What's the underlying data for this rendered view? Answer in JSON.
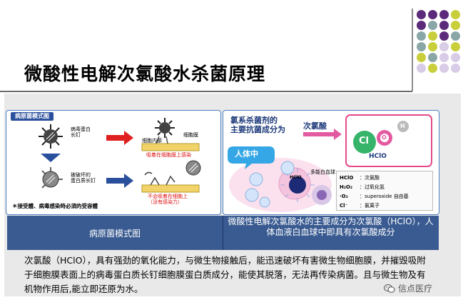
{
  "slide": {
    "title": "微酸性电解次氯酸水杀菌原理",
    "body_text": "次氯酸（HClO），具有强劲的氧化能力，与微生物接触后，能迅速破坏有害微生物细胞膜，并摧毁吸附于细胞膜表面上的病毒蛋白质长钉细胞膜蛋白质成分，能使其脱落，无法再传染病菌。且与微生物及有机物作用后,能立即还原为水。"
  },
  "left_diagram": {
    "tag": "病原菌模式图",
    "label_pathogen_spike": "病毒蛋白\n长钉",
    "label_receptor": "细胞膜",
    "label_cell_inner": "细胞内部",
    "label_attach": "吸着在细胞膜上感染",
    "label_damaged_spike": "被破坏的\n蛋白质长钉",
    "label_no_attach": "不会吸着在细胞上\n（没有感染力）",
    "footnote": "＊接受體、病毒感染時必須的受容體"
  },
  "right_diagram": {
    "heading_line1": "氯系杀菌剂的",
    "heading_line2": "主要抗菌成分为",
    "heading_hocl": "次氯酸",
    "body_label": "人体中",
    "molecule_label": "HClO",
    "atom_h": "H",
    "atom_cl": "Cl",
    "atom_o": "O",
    "legend": [
      {
        "key": "HClO",
        "value": "次氯酸"
      },
      {
        "key": "H₂O₂",
        "value": "过氧化氢"
      },
      {
        "key": "·O₂",
        "value": "superoxide 自由基"
      },
      {
        "key": "Cl⁻",
        "value": "氯离子"
      }
    ],
    "label_enzyme": "多能白血球"
  },
  "captions": {
    "left": "病原菌模式图",
    "right": "微酸性电解次氯酸水的主要成分为次氯酸（HClO），人体血液白血球中即具有次氯酸成分"
  },
  "watermark": {
    "text": "信点医疗",
    "icon": "wechat-icon"
  },
  "colors": {
    "dot_purple": "#5b2a7a",
    "dot_teal": "#8aa6a6",
    "dot_lime": "#c9cf3a",
    "dot_lavender": "#d8cce6",
    "caption_bar": "#3a5b91",
    "diagram_border": "#4a7fc1"
  }
}
